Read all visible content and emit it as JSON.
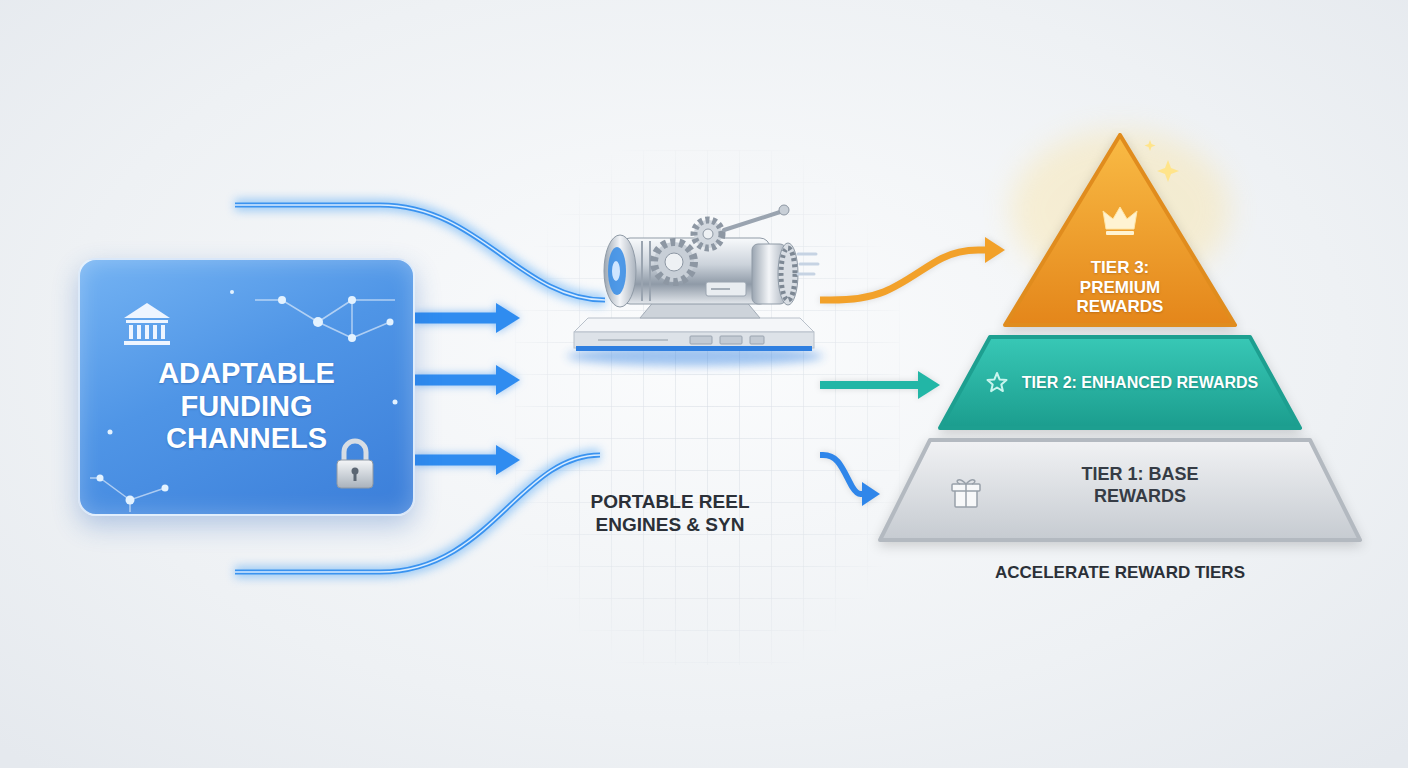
{
  "diagram": {
    "nodes": [
      {
        "text": [
          "ADAPTABLE FUNDING CHANNELS"
        ]
      },
      {
        "text": [
          "PORTABLE REEL ENGINES & SYN"
        ]
      },
      {
        "text": [
          "TIER 3: PREMIUM REWARDS"
        ]
      },
      {
        "text": [
          "TIER 2: ENHANCED REWARDS"
        ]
      },
      {
        "text": [
          "TIER 1: BASE REWARDS"
        ]
      }
    ],
    "edges": [
      {
        "from": 0,
        "to": 1,
        "arrow": "to"
      },
      {
        "from": 0,
        "to": 1,
        "arrow": "to"
      },
      {
        "from": 0,
        "to": 1,
        "arrow": "to"
      },
      {
        "from": 1,
        "to": 2,
        "arrow": "to"
      },
      {
        "from": 1,
        "to": 3,
        "arrow": "to"
      },
      {
        "from": 1,
        "to": 4,
        "arrow": "to"
      }
    ],
    "labels": [
      "ACCELERATE REWARD TIERS"
    ]
  }
}
